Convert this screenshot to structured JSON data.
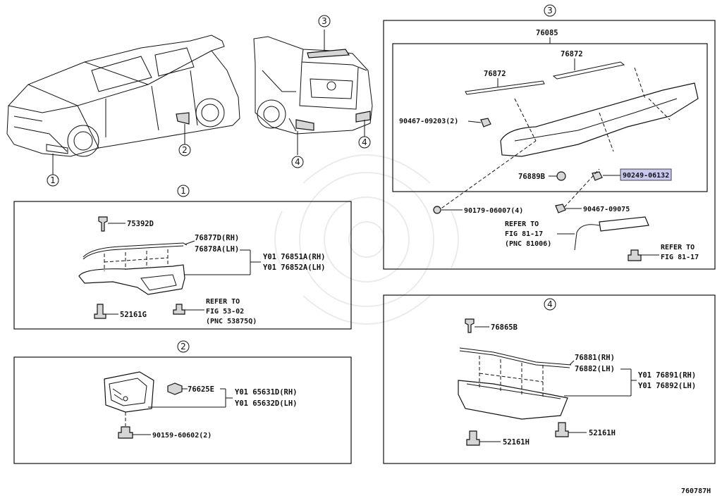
{
  "callouts": {
    "c1": "1",
    "c2": "2",
    "c3": "3",
    "c4": "4"
  },
  "section1": {
    "header": "1",
    "p_75392D": "75392D",
    "p_76877D": "76877D(RH)",
    "p_76878A": "76878A(LH)",
    "p_Y01_76851A": "Y01 76851A(RH)",
    "p_Y01_76852A": "Y01 76852A(LH)",
    "p_52161G": "52161G",
    "refer_line1": "REFER TO",
    "refer_line2": "FIG 53-02",
    "refer_line3": "(PNC 53875Q)"
  },
  "section2": {
    "header": "2",
    "p_76625E": "76625E",
    "p_Y01_65631D": "Y01 65631D(RH)",
    "p_Y01_65632D": "Y01 65632D(LH)",
    "p_90159": "90159-60602(2)"
  },
  "section3": {
    "header": "3",
    "p_76085": "76085",
    "p_76872_a": "76872",
    "p_76872_b": "76872",
    "p_90467_09203": "90467-09203(2)",
    "p_76889B": "76889B",
    "p_90249_06132": "90249-06132",
    "p_90179": "90179-06007(4)",
    "p_90467_09075": "90467-09075",
    "refer_a1": "REFER TO",
    "refer_a2": "FIG 81-17",
    "refer_a3": "(PNC 81006)",
    "refer_b1": "REFER TO",
    "refer_b2": "FIG 81-17"
  },
  "section4": {
    "header": "4",
    "p_76865B": "76865B",
    "p_76881": "76881(RH)",
    "p_76882": "76882(LH)",
    "p_Y01_76891": "Y01 76891(RH)",
    "p_Y01_76892": "Y01 76892(LH)",
    "p_52161H_a": "52161H",
    "p_52161H_b": "52161H"
  },
  "footer": {
    "code": "760787H"
  },
  "colors": {
    "highlight": "#c9c9ef"
  }
}
